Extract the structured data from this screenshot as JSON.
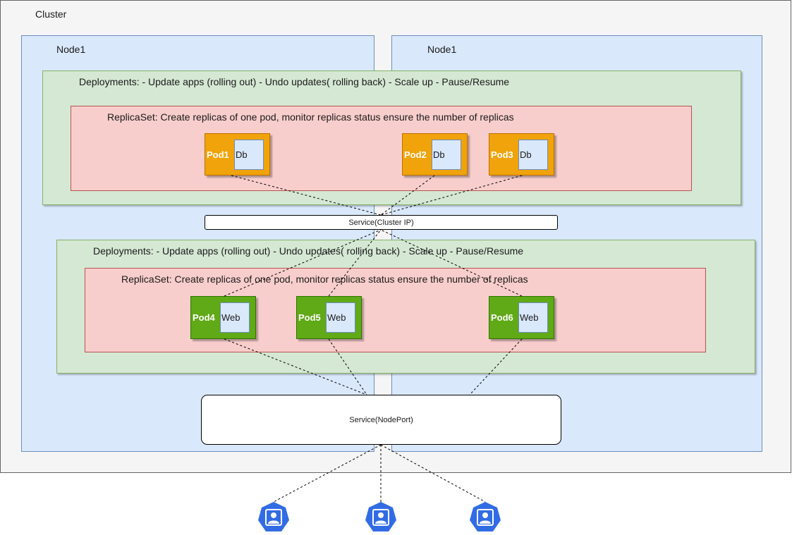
{
  "cluster": {
    "label": "Cluster"
  },
  "nodes": [
    {
      "label": "Node1"
    },
    {
      "label": "Node1"
    }
  ],
  "deployments": [
    {
      "label": "Deployments: -  Update apps (rolling out) - Undo updates( rolling back) - Scale up - Pause/Resume"
    },
    {
      "label": "Deployments: -  Update apps (rolling out) - Undo updates( rolling back) - Scale up - Pause/Resume"
    }
  ],
  "replicasets": [
    {
      "label": "ReplicaSet: Create replicas of one pod, monitor replicas status ensure the number of replicas"
    },
    {
      "label": "ReplicaSet: Create replicas of one pod, monitor replicas status ensure the number of replicas"
    }
  ],
  "pods": [
    {
      "name": "Pod1",
      "container": "Db"
    },
    {
      "name": "Pod2",
      "container": "Db"
    },
    {
      "name": "Pod3",
      "container": "Db"
    },
    {
      "name": "Pod4",
      "container": "Web"
    },
    {
      "name": "Pod5",
      "container": "Web"
    },
    {
      "name": "Pod6",
      "container": "Web"
    }
  ],
  "services": {
    "cluster_ip": "Service(Cluster IP)",
    "node_port": "Service(NodePort)"
  },
  "users": [
    "user-icon",
    "user-icon",
    "user-icon"
  ],
  "colors": {
    "cluster_fill": "#f5f5f5",
    "node_fill": "#dae8fc",
    "deployment_fill": "#d5e8d4",
    "replicaset_fill": "#f8cecc",
    "db_pod_fill": "#f0a30a",
    "web_pod_fill": "#60a917",
    "user_icon": "#326ce5"
  }
}
